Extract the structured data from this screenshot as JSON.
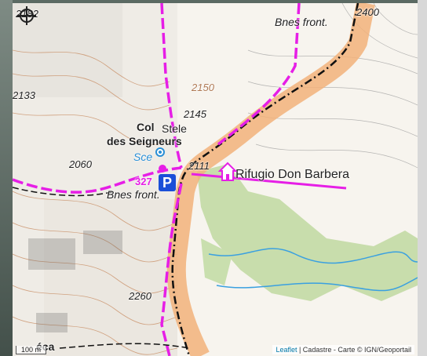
{
  "map": {
    "elevations": {
      "e2182": "2182",
      "e2400": "2400",
      "e2133": "2133",
      "e2150": "2150",
      "e2145": "2145",
      "e2060": "2060",
      "e2111": "2111",
      "e2260": "2260"
    },
    "places": {
      "bnes_front_top": "Bnes front.",
      "col_line1": "Col",
      "col_line2": "des Seigneurs",
      "stele": "Stele",
      "source": "Sce",
      "refuge": "Rifugio Don Barbera",
      "bnes_front_bottom": "Bnes front.",
      "edge_fragment": "éca"
    },
    "markers": {
      "parking_letter": "P",
      "parking_number": "327"
    },
    "scale_label": "100 m",
    "attribution": {
      "leaflet": "Leaflet",
      "rest": " | Cadastre - Carte © IGN/Geoportail"
    },
    "colors": {
      "route_pink": "#e61ee6",
      "trail_orange": "#f2b27a",
      "forest_green": "#b9d49a",
      "water_blue": "#3aa0e0",
      "parking_blue": "#1a4fd8"
    },
    "icons": [
      "crosshair-icon",
      "refuge-icon",
      "parking-icon",
      "water-source-icon"
    ]
  }
}
